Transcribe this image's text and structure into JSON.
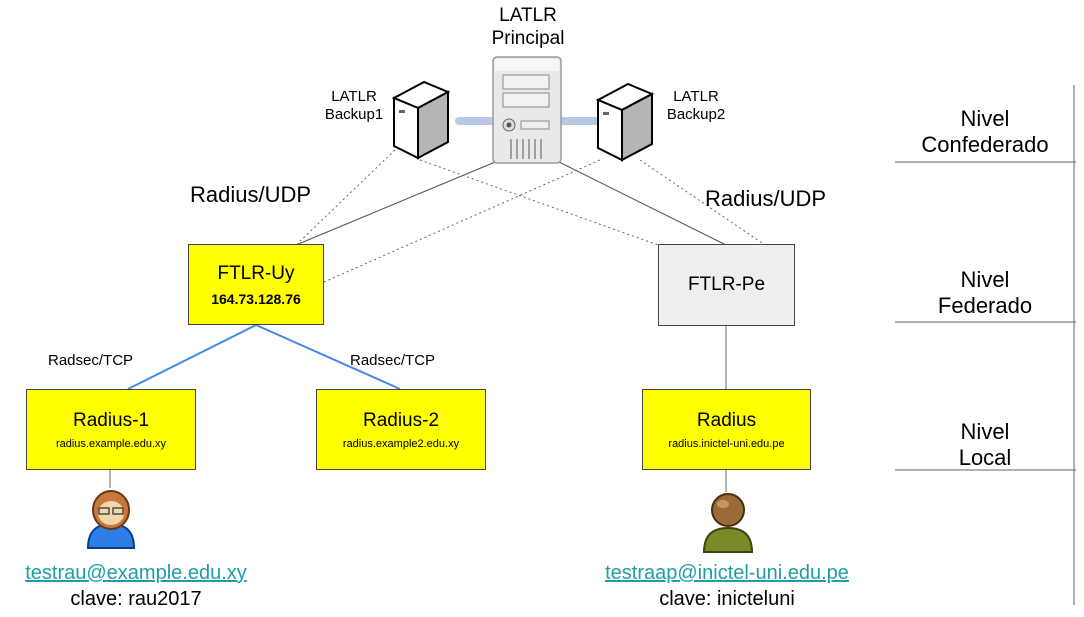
{
  "servers": {
    "principal": {
      "label_line1": "LATLR",
      "label_line2": "Principal"
    },
    "backup1": {
      "label_line1": "LATLR",
      "label_line2": "Backup1"
    },
    "backup2": {
      "label_line1": "LATLR",
      "label_line2": "Backup2"
    }
  },
  "protocols": {
    "udp_left": "Radius/UDP",
    "udp_right": "Radius/UDP",
    "tcp_left": "Radsec/TCP",
    "tcp_right": "Radsec/TCP"
  },
  "federated": {
    "uy": {
      "name": "FTLR-Uy",
      "ip": "164.73.128.76"
    },
    "pe": {
      "name": "FTLR-Pe"
    }
  },
  "local": {
    "r1": {
      "name": "Radius-1",
      "host": "radius.example.edu.xy"
    },
    "r2": {
      "name": "Radius-2",
      "host": "radius.example2.edu.xy"
    },
    "r3": {
      "name": "Radius",
      "host": "radius.inictel-uni.edu.pe"
    }
  },
  "users": {
    "left": {
      "email": "testrau@example.edu.xy",
      "password": "clave: rau2017"
    },
    "right": {
      "email": "testraap@inictel-uni.edu.pe",
      "password": "clave: inicteluni"
    }
  },
  "levels": {
    "confederado": {
      "line1": "Nivel",
      "line2": "Confederado"
    },
    "federado": {
      "line1": "Nivel",
      "line2": "Federado"
    },
    "local": {
      "line1": "Nivel",
      "line2": "Local"
    }
  },
  "colors": {
    "node_fill": "#ffff00",
    "pe_fill": "#efefef",
    "radsec_link": "#4a86e8",
    "user_link": "#1f9ea7"
  }
}
